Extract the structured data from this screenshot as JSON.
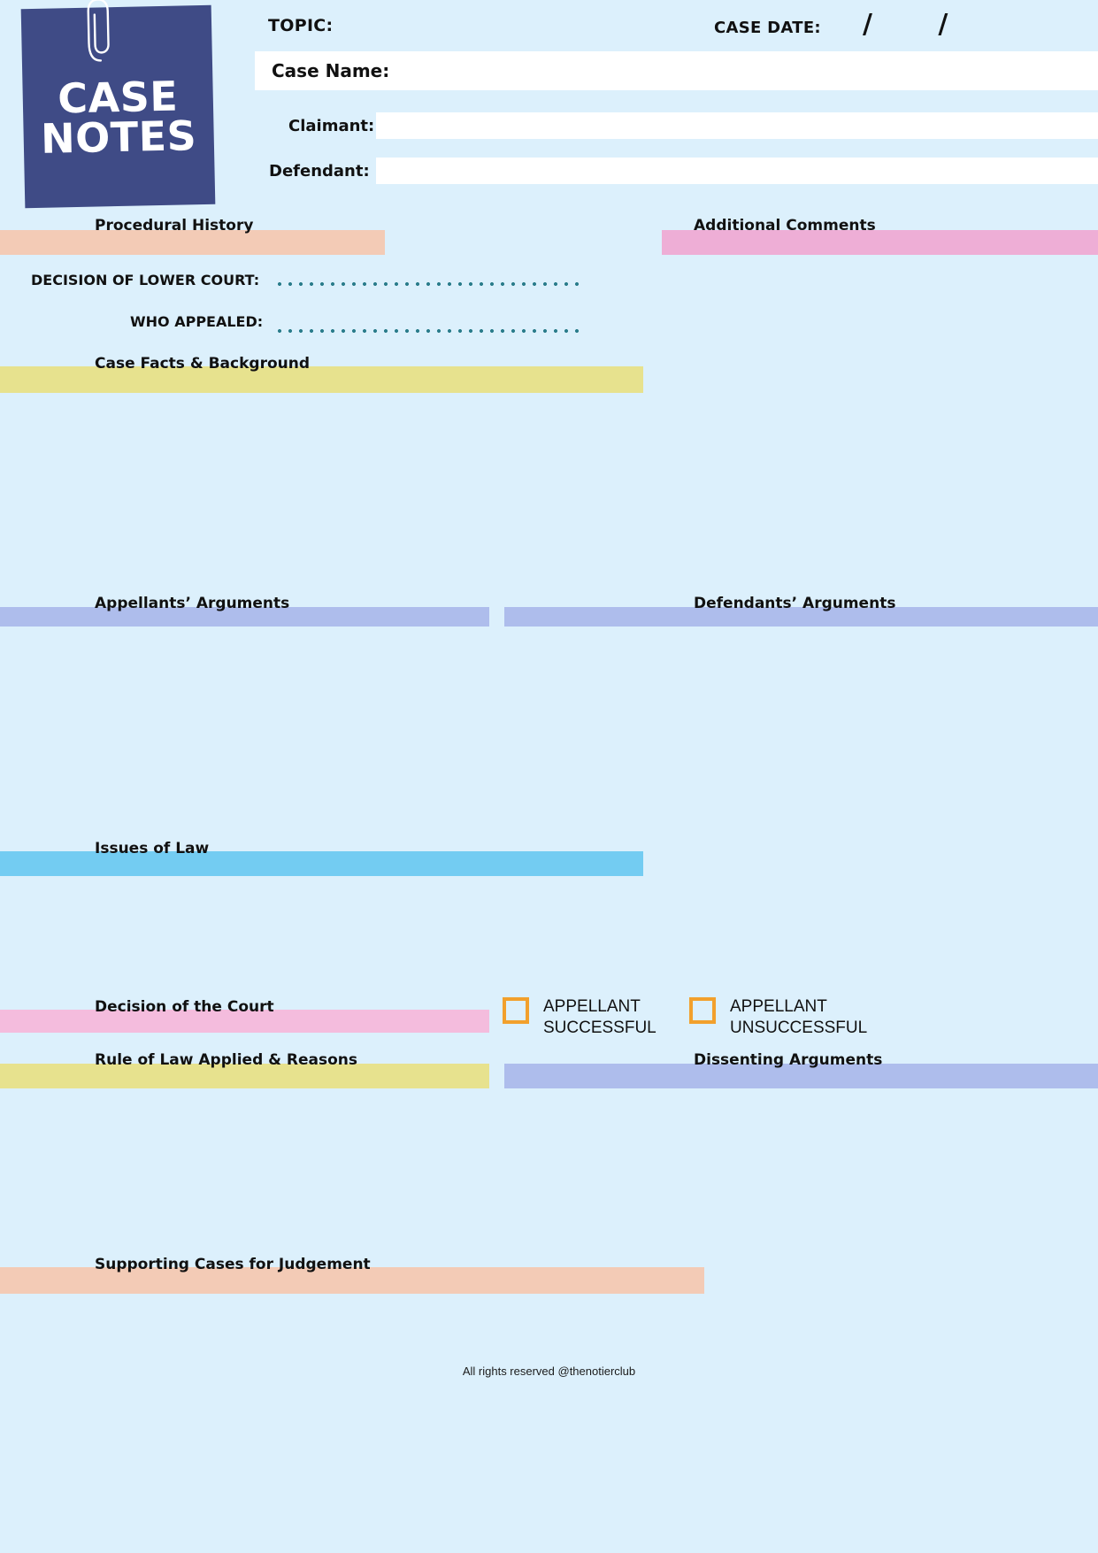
{
  "logo": {
    "line1": "CASE",
    "line2": "NOTES",
    "icon": "paperclip-icon",
    "background": "#3f4b86",
    "text_color": "#ffffff"
  },
  "header": {
    "topic_label": "TOPIC:",
    "case_date_label": "CASE DATE:",
    "date_separators": "/  /",
    "case_name_label": "Case Name:",
    "claimant_label": "Claimant:",
    "defendant_label": "Defendant:",
    "case_name_value": "",
    "claimant_value": "",
    "defendant_value": "",
    "field_background": "#ffffff"
  },
  "procedural": {
    "section_title": "Procedural History",
    "bar_color": "#f3cbb6",
    "lower_court_label": "DECISION OF LOWER COURT:",
    "lower_court_value": "",
    "who_appealed_label": "WHO APPEALED:",
    "who_appealed_value": "",
    "dot_color": "#2b7d8c"
  },
  "additional_comments": {
    "section_title": "Additional Comments",
    "bar_color": "#eeaed6",
    "value": ""
  },
  "case_facts": {
    "section_title": "Case Facts & Background",
    "bar_color": "#e7e28e",
    "value": ""
  },
  "arguments": {
    "appellants_title": "Appellants’ Arguments",
    "defendants_title": "Defendants’ Arguments",
    "bar_color": "#aebdec",
    "appellants_value": "",
    "defendants_value": ""
  },
  "issues_of_law": {
    "section_title": "Issues of Law",
    "bar_color": "#73ccf2",
    "value": ""
  },
  "decision": {
    "section_title": "Decision of the Court",
    "bar_color": "#f4bcdd",
    "value": "",
    "checkbox_color": "#f2a02c",
    "options": [
      {
        "line1": "APPELLANT",
        "line2": "SUCCESSFUL",
        "checked": false
      },
      {
        "line1": "APPELLANT",
        "line2": "UNSUCCESSFUL",
        "checked": false
      }
    ]
  },
  "rule_of_law": {
    "section_title": "Rule of Law Applied & Reasons",
    "bar_color": "#e7e28e",
    "value": ""
  },
  "dissenting": {
    "section_title": "Dissenting Arguments",
    "bar_color": "#aebdec",
    "value": ""
  },
  "supporting_cases": {
    "section_title": "Supporting Cases for Judgement",
    "bar_color": "#f3cbb6",
    "value": ""
  },
  "footer": {
    "text": "All rights reserved @thenotierclub"
  },
  "theme": {
    "page_background": "#dcf0fc"
  }
}
